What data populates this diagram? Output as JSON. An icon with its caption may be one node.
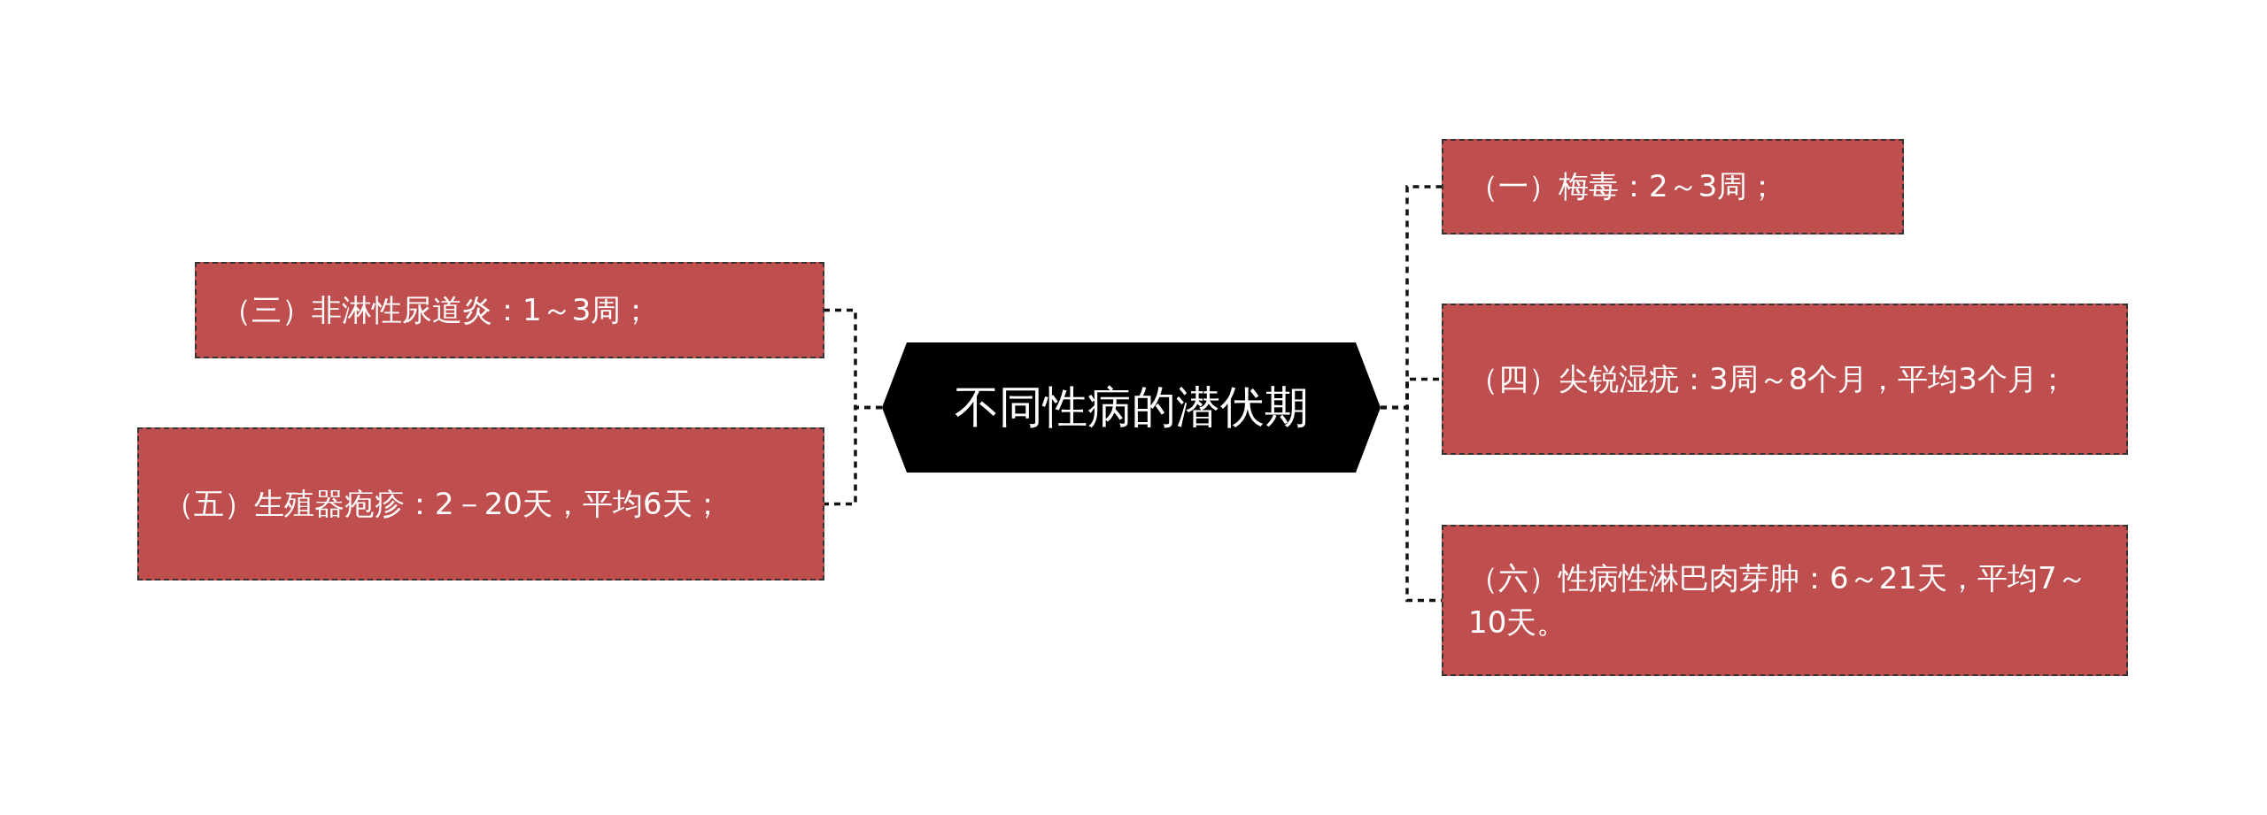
{
  "diagram": {
    "nodes": [
      {
        "text": [
          "不同性病的潜伏期"
        ]
      },
      {
        "text": [
          "（一）梅毒：2～3周；"
        ]
      },
      {
        "text": [
          "（三）非淋性尿道炎：1～3周；"
        ]
      },
      {
        "text": [
          "（四）尖锐湿疣：3周～8个月，平均3个月；"
        ]
      },
      {
        "text": [
          "（五）生殖器疱疹：2－20天，平均6天；"
        ]
      },
      {
        "text": [
          "（六）性病性淋巴肉芽肿：6～21天，平均7～10天。"
        ]
      }
    ],
    "edges": [
      {
        "from": 0,
        "to": 1,
        "arrow": "none"
      },
      {
        "from": 0,
        "to": 2,
        "arrow": "none"
      },
      {
        "from": 0,
        "to": 3,
        "arrow": "none"
      },
      {
        "from": 0,
        "to": 4,
        "arrow": "none"
      },
      {
        "from": 0,
        "to": 5,
        "arrow": "none"
      }
    ]
  }
}
